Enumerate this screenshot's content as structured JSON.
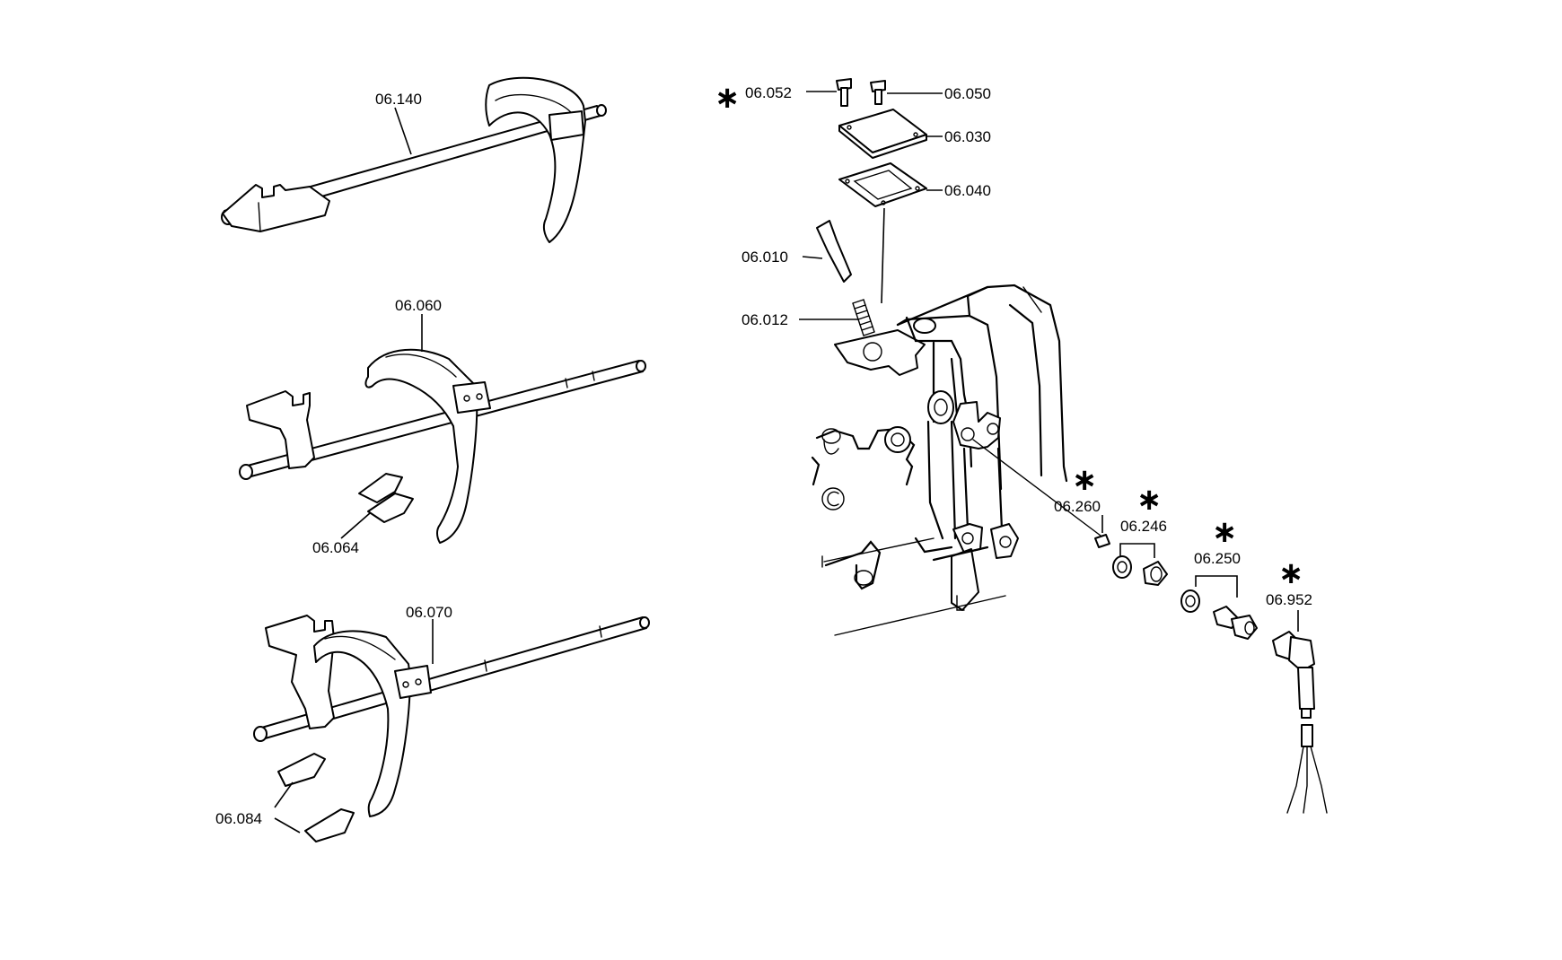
{
  "diagram": {
    "callouts": {
      "c06140": "06.140",
      "c06060": "06.060",
      "c06064": "06.064",
      "c06070": "06.070",
      "c06084": "06.084",
      "c06052": "06.052",
      "c06050": "06.050",
      "c06030": "06.030",
      "c06040": "06.040",
      "c06010": "06.010",
      "c06012": "06.012",
      "c06260": "06.260",
      "c06246": "06.246",
      "c06250": "06.250",
      "c06952": "06.952"
    },
    "marker_symbol": "∗"
  }
}
